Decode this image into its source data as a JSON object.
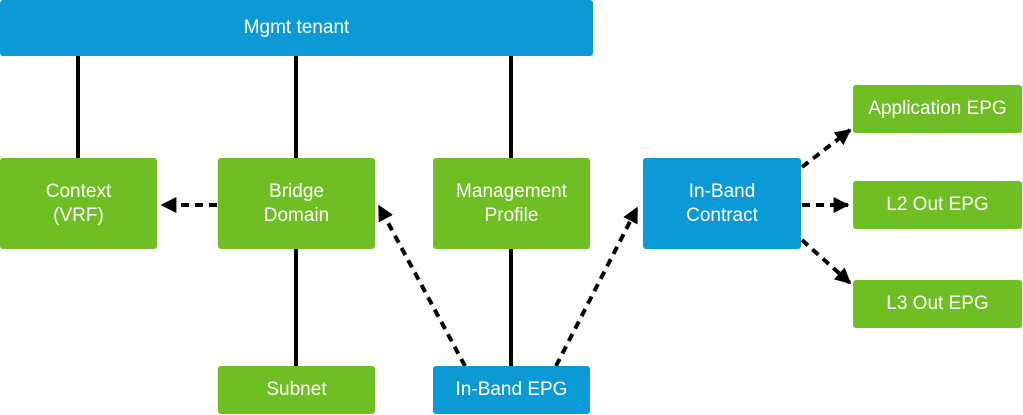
{
  "colors": {
    "green": "#6fbe24",
    "blue": "#0c9ad6",
    "line": "#000000"
  },
  "nodes": {
    "mgmt_tenant": "Mgmt tenant",
    "context": "Context\n(VRF)",
    "bridge_domain": "Bridge\nDomain",
    "management_profile": "Management\nProfile",
    "in_band_contract": "In-Band\nContract",
    "subnet": "Subnet",
    "in_band_epg": "In-Band EPG",
    "application_epg": "Application EPG",
    "l2_out_epg": "L2 Out EPG",
    "l3_out_epg": "L3 Out EPG"
  }
}
